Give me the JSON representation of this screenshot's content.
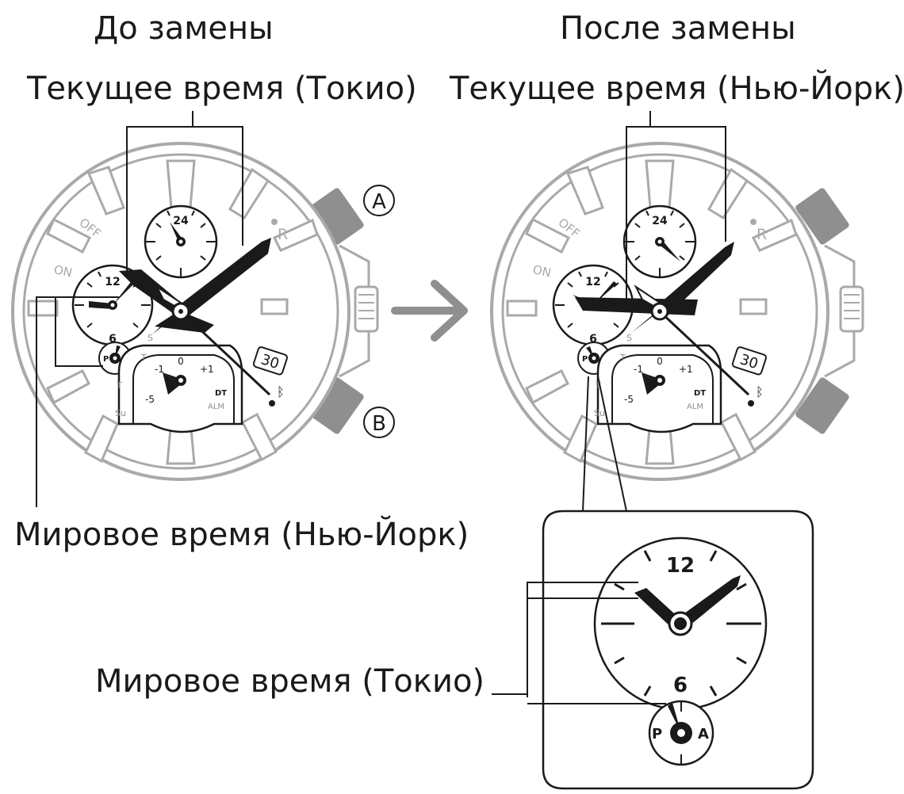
{
  "headings": {
    "before": "До замены",
    "after": "После замены"
  },
  "labels": {
    "home_time_before": "Текущее время (Токио)",
    "home_time_after": "Текущее время (Нью-Йорк)",
    "world_time_before": "Мировое время (Нью-Йорк)",
    "world_time_after": "Мировое время (Токио)"
  },
  "buttons": {
    "a": "A",
    "b": "B"
  },
  "dial": {
    "off": "OFF",
    "on": "ON",
    "r": "R",
    "date": "30",
    "sub_24": "24",
    "sub_12": "12",
    "sub_6": "6",
    "pm": "P",
    "am": "A",
    "day_s": "S",
    "day_t": "T",
    "day_t2": "T",
    "day_su": "Su",
    "scale_0": "0",
    "scale_m1": "-1",
    "scale_p1": "+1",
    "scale_m5": "-5",
    "dt": "DT",
    "alm": "ALM"
  },
  "detail": {
    "twelve": "12",
    "six": "6",
    "pm": "P",
    "am": "A"
  },
  "colors": {
    "ink": "#1a1a1a",
    "gray": "#8f8f8f",
    "light_gray": "#a9a9a9",
    "arrow": "#8f8f8f"
  }
}
